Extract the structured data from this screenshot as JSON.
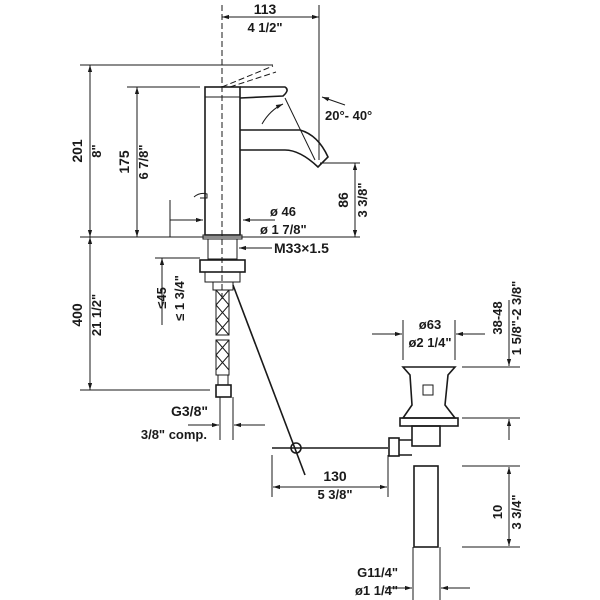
{
  "title": "Faucet and pop-up drain dimension drawing",
  "dimensions": {
    "spout_reach": {
      "mm": "113",
      "inch": "4 1/2\""
    },
    "lever_angle": "20°- 40°",
    "total_height": {
      "mm": "201",
      "inch": "8\""
    },
    "body_height": {
      "mm": "175",
      "inch": "6 7/8\""
    },
    "spout_height": {
      "mm": "86",
      "inch": "3 3/8\""
    },
    "body_diameter": {
      "mm": "ø 46",
      "inch": "ø 1 7/8\""
    },
    "thread": "M33×1.5",
    "counter_thickness": {
      "mm": "≤45",
      "inch": "≤ 1 3/4\""
    },
    "hose_length": {
      "mm": "400",
      "inch": "21 1/2\""
    },
    "hose_connection": {
      "line1": "G3/8\"",
      "line2": "3/8\" comp."
    },
    "drain_flange": {
      "mm": "ø63",
      "inch": "ø2 1/4\""
    },
    "drain_clamp": {
      "mm": "38-48",
      "inch": "1 5/8\"-2 3/8\""
    },
    "rod_length": {
      "mm": "130",
      "inch": "5 3/8\""
    },
    "drain_pipe": {
      "mm": "10",
      "inch": "3 3/4\""
    },
    "drain_outlet": {
      "line1": "G11/4\"",
      "line2": "ø1 1/4\""
    }
  }
}
